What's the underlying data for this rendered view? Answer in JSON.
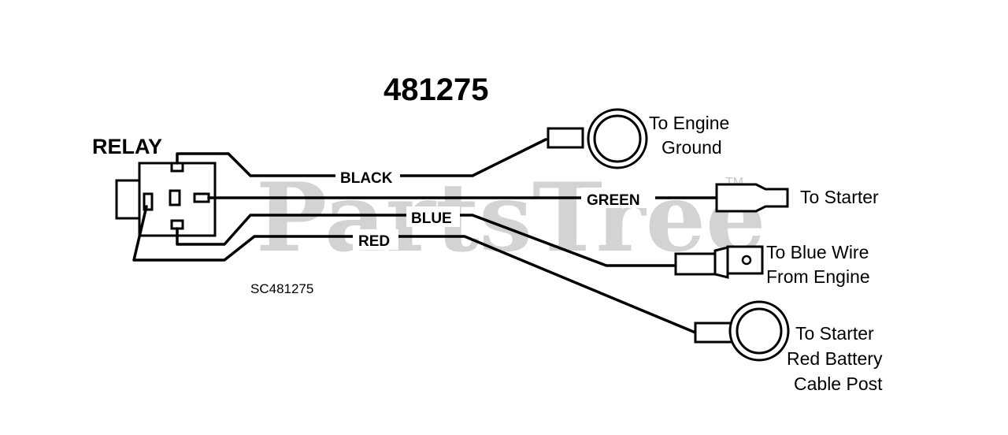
{
  "diagram": {
    "part_number": "481275",
    "component_label": "RELAY",
    "diagram_code": "SC481275",
    "watermark": "PartsTree",
    "watermark_mark": "TM",
    "wires": {
      "black": "BLACK",
      "green": "GREEN",
      "blue": "BLUE",
      "red": "RED"
    },
    "destinations": {
      "engine_ground": [
        "To Engine",
        "Ground"
      ],
      "starter": [
        "To Starter"
      ],
      "blue_wire": [
        "To Blue Wire",
        "From Engine"
      ],
      "battery_post": [
        "To Starter",
        "Red Battery",
        "Cable Post"
      ]
    }
  }
}
